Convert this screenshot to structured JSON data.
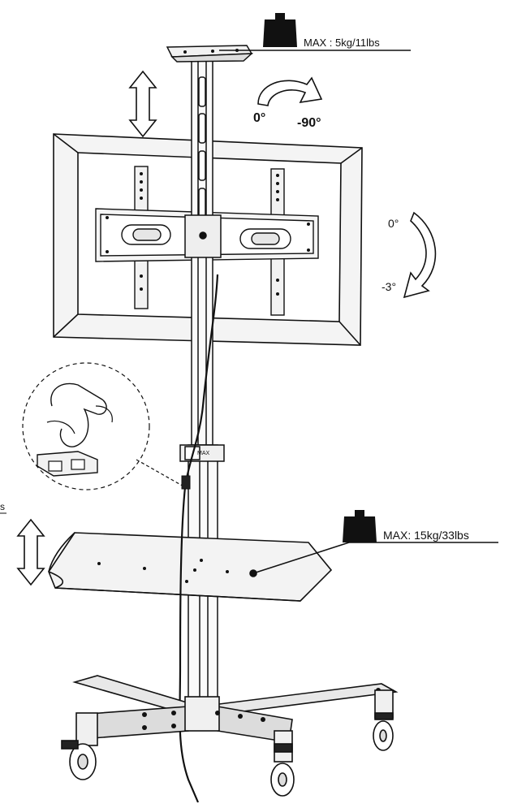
{
  "labels": {
    "top_max_load": "MAX : 5kg/11lbs",
    "shelf_max_load": "MAX: 15kg/33lbs",
    "swivel_start": "0°",
    "swivel_end": "-90°",
    "tilt_start": "0°",
    "tilt_end": "-3°",
    "clip_mark": "MAX",
    "cut_label_fragment": "s"
  },
  "icons": {
    "weight": "weight-icon",
    "height_adjust": "double-arrow-icon",
    "rotation": "curved-arrow-icon"
  },
  "colors": {
    "line": "#111111",
    "fill_light": "#f2f2f2",
    "fill_mid": "#d9d9d9",
    "fill_dark": "#1a1a1a"
  }
}
